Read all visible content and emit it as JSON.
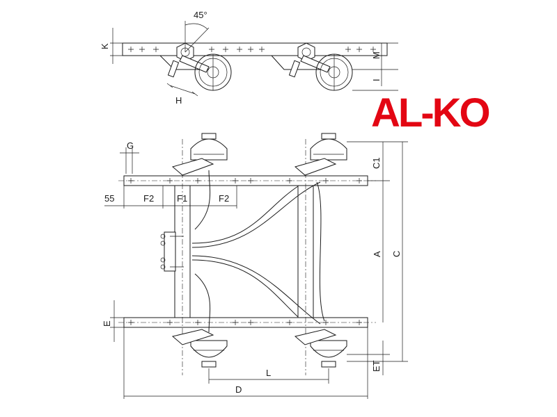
{
  "logo": {
    "text": "AL-KO",
    "color": "#e30613"
  },
  "side_view": {
    "angle": "45°",
    "labels": {
      "k": "K",
      "m": "M",
      "i": "I",
      "h": "H"
    }
  },
  "plan_view": {
    "labels": {
      "g": "G",
      "offset_55": "55",
      "f2_left": "F2",
      "f1": "F1",
      "f2_right": "F2",
      "c1": "C1",
      "a": "A",
      "c": "C",
      "e": "E",
      "et": "ET",
      "l": "L",
      "d": "D"
    }
  }
}
